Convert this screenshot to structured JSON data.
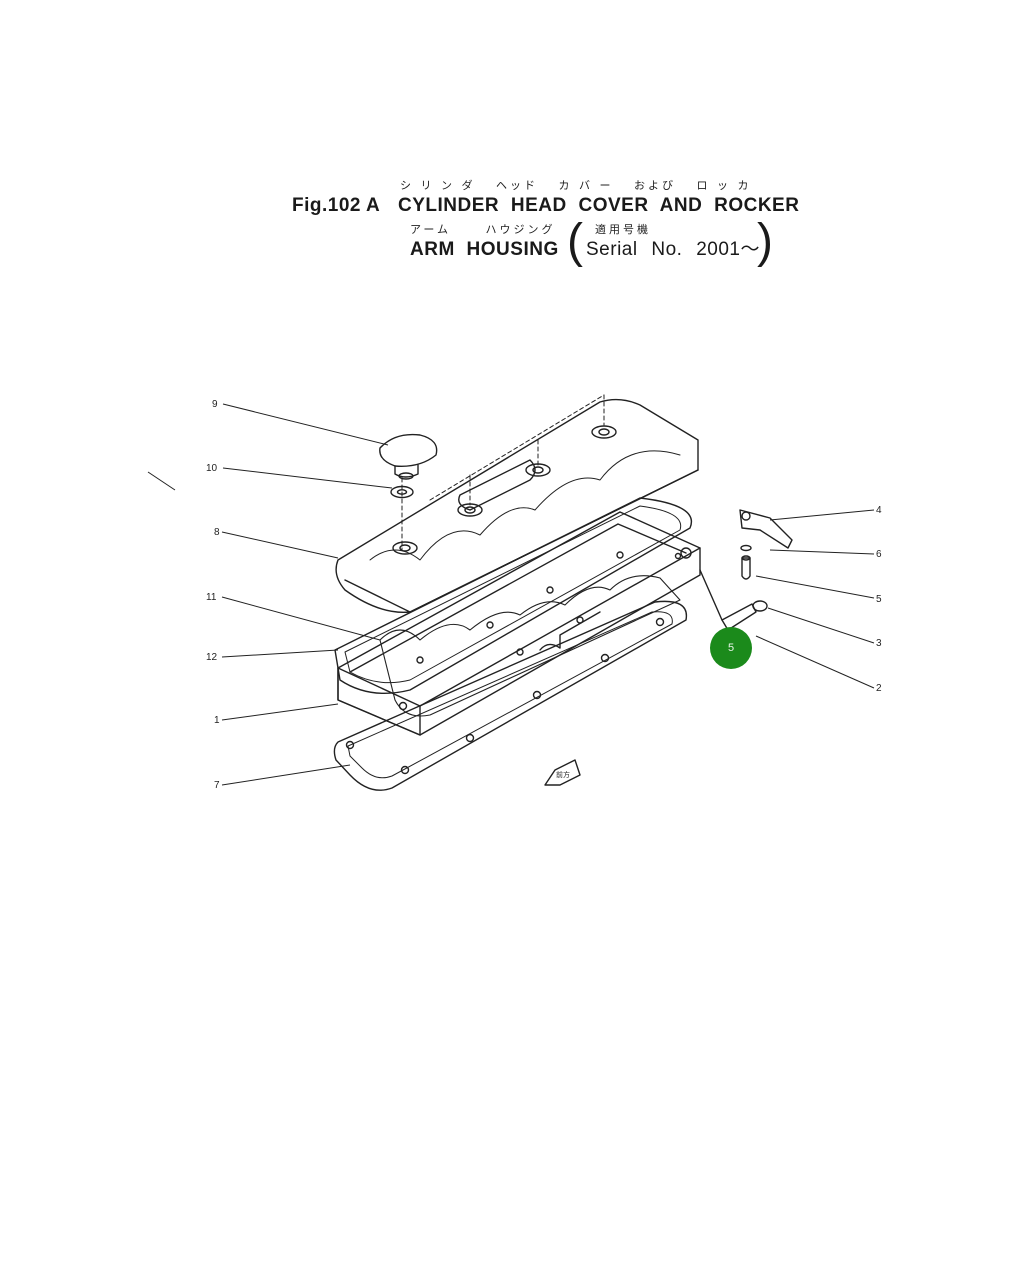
{
  "title": {
    "fig_label": "Fig.102 A",
    "kana_line1": "シ リ ン ダ　 ヘッド　 カ バ ー　 および　 ロ ッ カ",
    "line1": "CYLINDER HEAD COVER AND ROCKER",
    "kana_line2": "アーム　　 ハウジング",
    "kana_serial": "適用号機",
    "line2": "ARM HOUSING",
    "serial": "Serial No. 2001～"
  },
  "callouts": [
    {
      "id": "9",
      "label": "9"
    },
    {
      "id": "10",
      "label": "10"
    },
    {
      "id": "8",
      "label": "8"
    },
    {
      "id": "11",
      "label": "11"
    },
    {
      "id": "12",
      "label": "12"
    },
    {
      "id": "1",
      "label": "1"
    },
    {
      "id": "7",
      "label": "7"
    },
    {
      "id": "4",
      "label": "4"
    },
    {
      "id": "6",
      "label": "6"
    },
    {
      "id": "5",
      "label": "5"
    },
    {
      "id": "3",
      "label": "3"
    },
    {
      "id": "2",
      "label": "2"
    }
  ],
  "hotspot": {
    "label": "5",
    "color": "#1b8a1b"
  },
  "front_marker": "前方"
}
